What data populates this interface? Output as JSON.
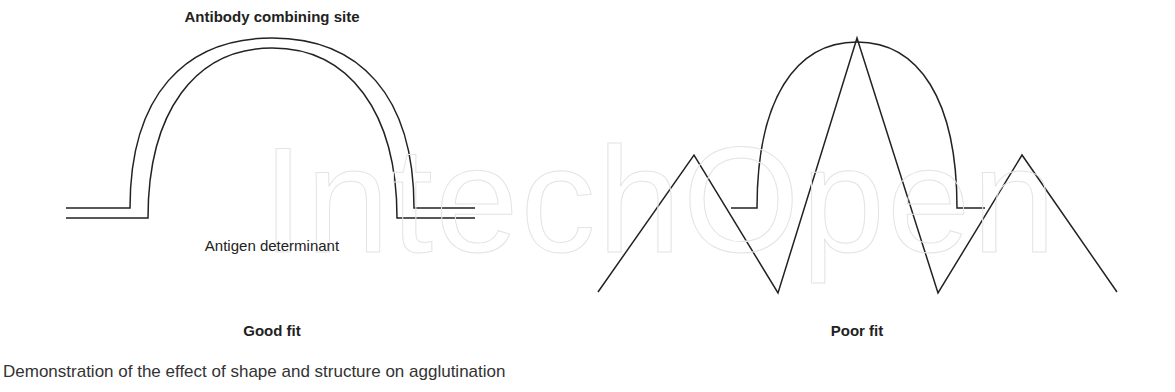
{
  "diagram": {
    "caption": "Demonstration of the effect of shape and structure on agglutination",
    "labels": [
      "IntechOpen",
      "Antibody combining site",
      "Antigen determinant",
      "Good fit",
      "Poor fit"
    ]
  }
}
